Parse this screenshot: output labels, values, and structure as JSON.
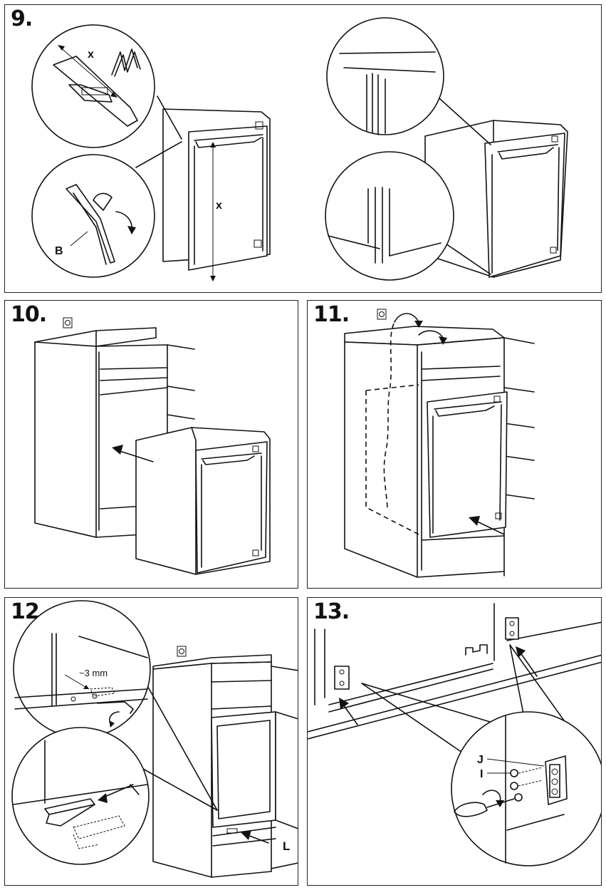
{
  "steps": {
    "s9": {
      "number": "9.",
      "labels": {
        "x_top": "x",
        "x_side": "x",
        "b": "B"
      }
    },
    "s10": {
      "number": "10."
    },
    "s11": {
      "number": "11."
    },
    "s12": {
      "number": "12.",
      "labels": {
        "gap": "~3 mm",
        "l": "L"
      }
    },
    "s13": {
      "number": "13.",
      "labels": {
        "j": "J",
        "i": "I"
      }
    }
  },
  "icons": [
    "socket-icon",
    "arrow-icon",
    "curved-arrow-icon",
    "screwdriver-icon",
    "screw-icon",
    "hinge-bracket-icon"
  ]
}
